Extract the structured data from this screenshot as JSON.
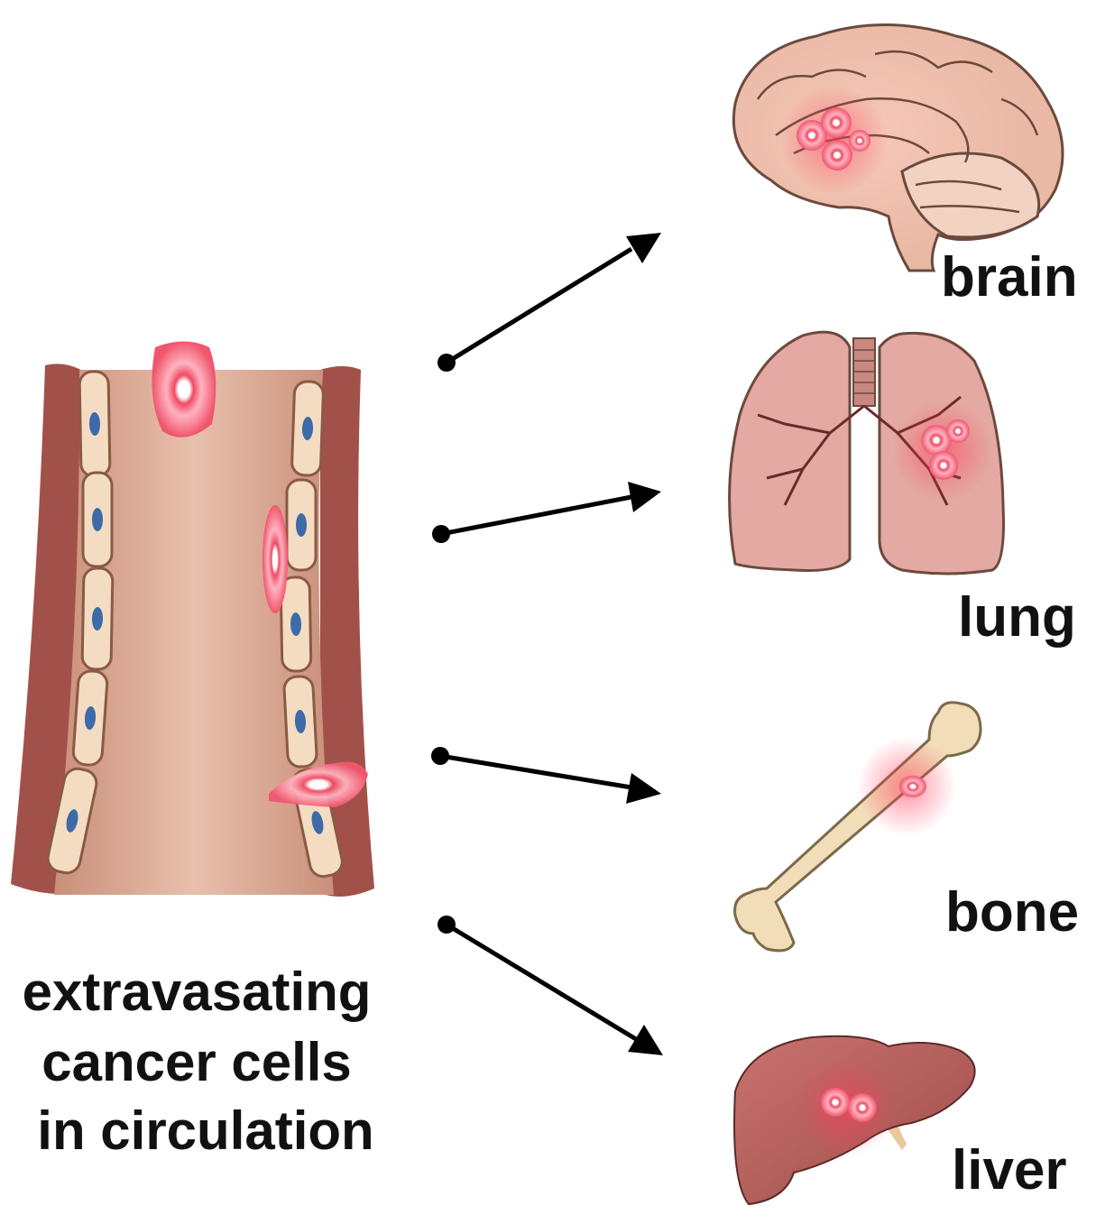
{
  "caption": {
    "line1": "extravasating",
    "line2": "cancer cells",
    "line3": "in circulation"
  },
  "organs": {
    "brain": "brain",
    "lung": "lung",
    "bone": "bone",
    "liver": "liver"
  },
  "colors": {
    "vessel_wall": "#a2514a",
    "vessel_lumen": "#d9a892",
    "endothelial_cell": "#f4dcc2",
    "nucleus": "#3d6aa8",
    "cancer_cell": "#f0566e",
    "arrow": "#000000"
  }
}
